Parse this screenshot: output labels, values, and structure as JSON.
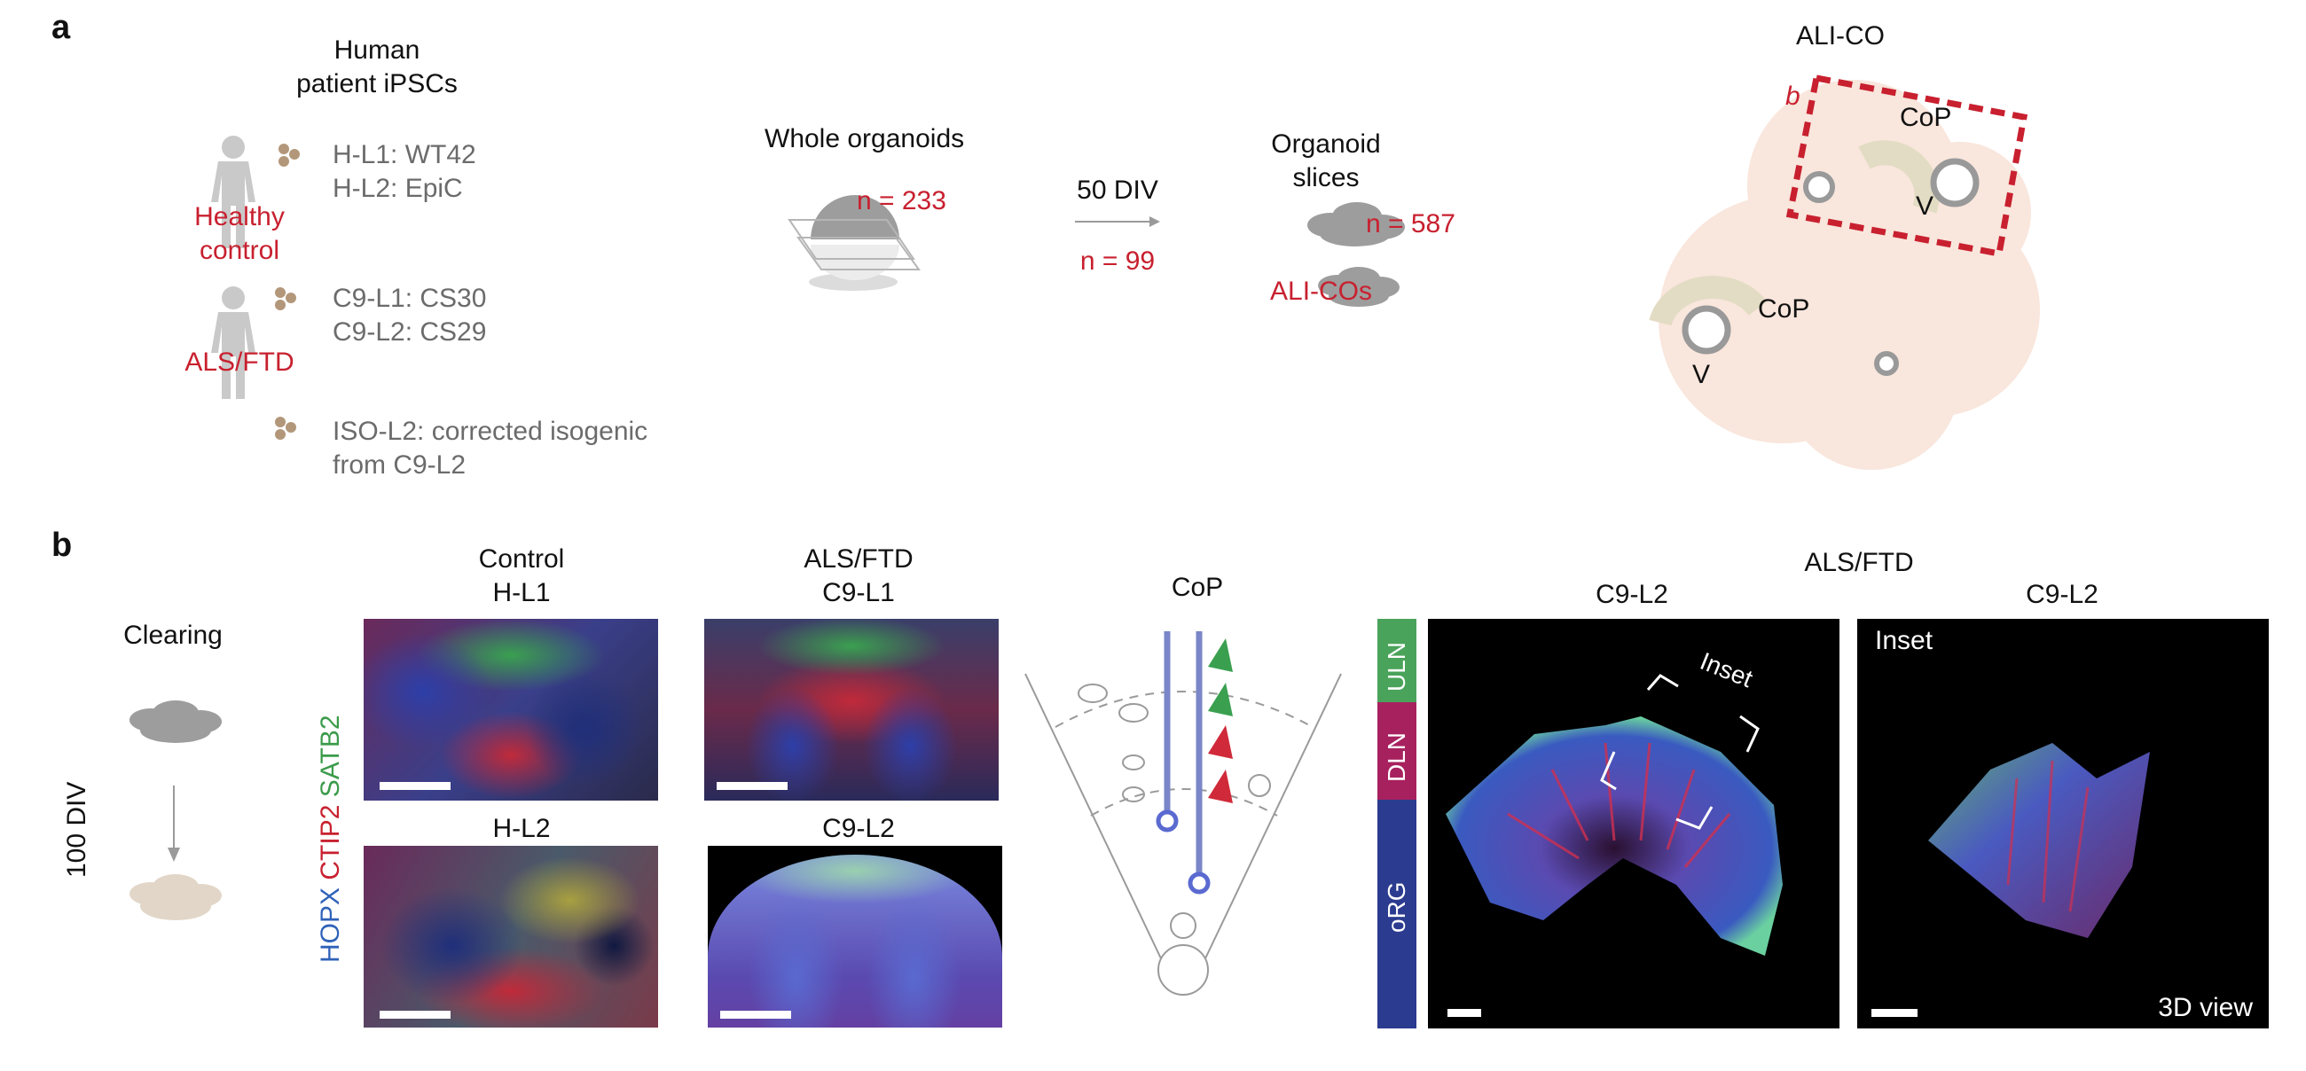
{
  "panel_a": {
    "label": "a",
    "ipsc_title_line1": "Human",
    "ipsc_title_line2": "patient iPSCs",
    "healthy_lines": [
      "H-L1: WT42",
      "H-L2: EpiC"
    ],
    "healthy_label_line1": "Healthy",
    "healthy_label_line2": "control",
    "als_lines": [
      "C9-L1: CS30",
      "C9-L2: CS29"
    ],
    "als_label": "ALS/FTD",
    "iso_line1": "ISO-L2: corrected isogenic",
    "iso_line2": "from C9-L2",
    "whole_organoids": "Whole organoids",
    "whole_n": "n = 233",
    "div_label": "50 DIV",
    "div_n": "n = 99",
    "slices_line1": "Organoid",
    "slices_line2": "slices",
    "slices_n": "n = 587",
    "alicos": "ALI-COs",
    "alico_title": "ALI-CO",
    "box_label": "b",
    "cop1": "CoP",
    "v1": "V",
    "cop2": "CoP",
    "v2": "V"
  },
  "panel_b": {
    "label": "b",
    "clearing": "Clearing",
    "div100": "100 DIV",
    "stain_blue": "HOPX",
    "stain_red": "CTIP2",
    "stain_green": "SATB2",
    "control_line1": "Control",
    "control_line2": "H-L1",
    "hl2": "H-L2",
    "als_line1": "ALS/FTD",
    "als_line2": "C9-L1",
    "c9l2": "C9-L2",
    "cop": "CoP",
    "als_big": "ALS/FTD",
    "big_c9l2": "C9-L2",
    "inset_c9l2": "C9-L2",
    "uln": "ULN",
    "dln": "DLN",
    "org": "oRG",
    "inset_bracket": "Inset",
    "inset_title": "Inset",
    "view3d": "3D view"
  },
  "colors": {
    "red": "#c8202f",
    "uln_green": "#4aa35a",
    "dln_magenta": "#a8215f",
    "org_blue": "#2b3b8f",
    "ali_peach": "#f9e6dc"
  }
}
